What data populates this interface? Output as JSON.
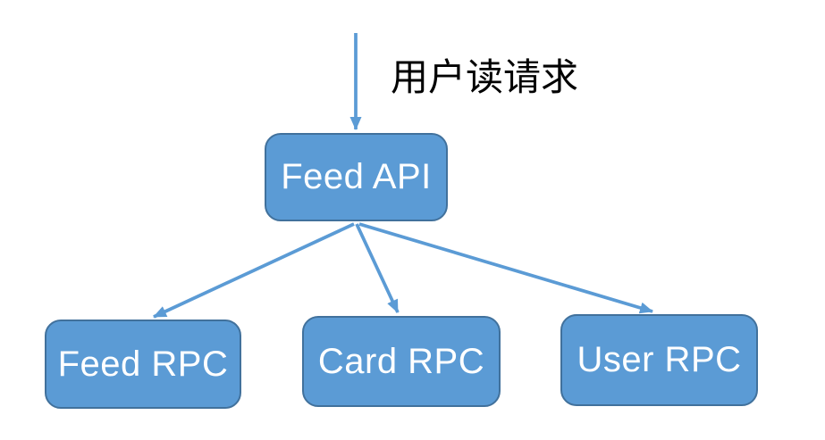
{
  "diagram": {
    "annotation": "用户读请求",
    "nodes": [
      {
        "id": "feed-api",
        "label": "Feed API"
      },
      {
        "id": "feed-rpc",
        "label": "Feed RPC"
      },
      {
        "id": "card-rpc",
        "label": "Card RPC"
      },
      {
        "id": "user-rpc",
        "label": "User RPC"
      }
    ],
    "edges": [
      {
        "from": "user-read-request",
        "to": "feed-api"
      },
      {
        "from": "feed-api",
        "to": "feed-rpc"
      },
      {
        "from": "feed-api",
        "to": "card-rpc"
      },
      {
        "from": "feed-api",
        "to": "user-rpc"
      }
    ]
  },
  "colors": {
    "node_fill": "#5B9BD5",
    "node_border": "#41719C",
    "arrow": "#5B9BD5",
    "node_text": "#FFFFFF",
    "annotation_text": "#000000",
    "background": "#FFFFFF"
  }
}
